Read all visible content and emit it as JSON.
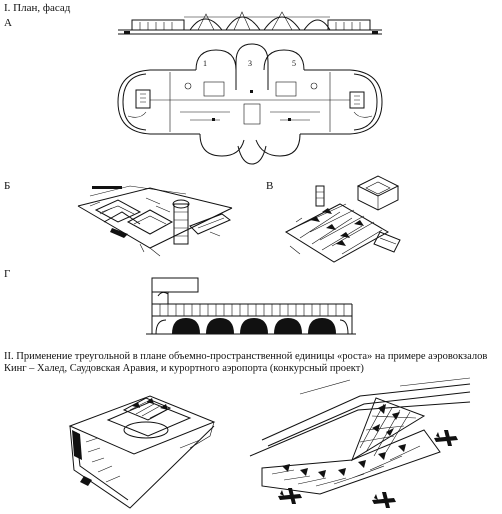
{
  "section1": {
    "title": "I. План, фасад",
    "label_a": "А"
  },
  "plan_numbers": [
    "1",
    "3",
    "5"
  ],
  "section_labels": {
    "b": "Б",
    "v": "В",
    "g": "Г"
  },
  "section2": {
    "caption_line1": "II. Применение треугольной в плане объемно-пространственной единицы «роста» на примере аэровокзалов",
    "caption_line2": "Кинг – Халед, Саудовская Аравия, и курортного аэропорта (конкурсный проект)"
  }
}
